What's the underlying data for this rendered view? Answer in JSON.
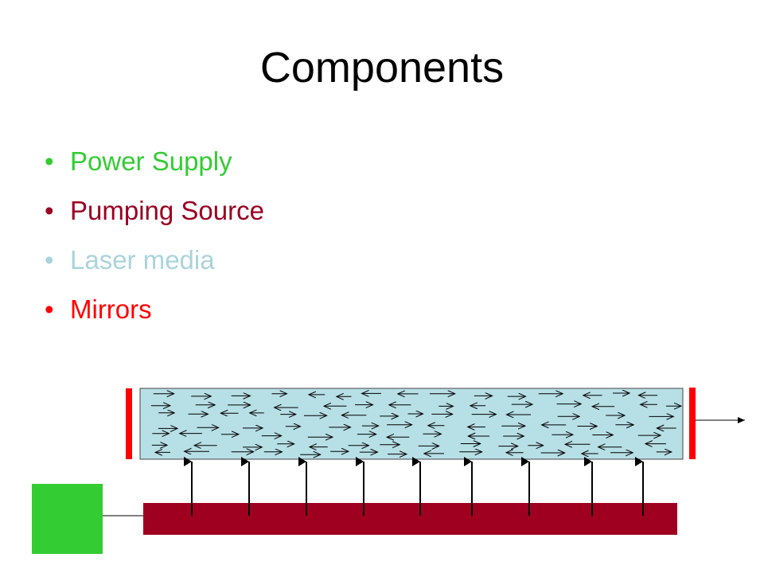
{
  "slide": {
    "title": "Components"
  },
  "components": [
    {
      "label": "Power Supply",
      "color": "#33cc33"
    },
    {
      "label": "Pumping Source",
      "color": "#990022"
    },
    {
      "label": "Laser media",
      "color": "#aad4dc"
    },
    {
      "label": "Mirrors",
      "color": "#ff0000"
    }
  ],
  "diagram": {
    "power_supply_color": "#33cc33",
    "pump_color": "#a00020",
    "medium_color": "#b7dfe6",
    "mirror_color": "#ff0000",
    "pump_arrow_count": 9
  }
}
